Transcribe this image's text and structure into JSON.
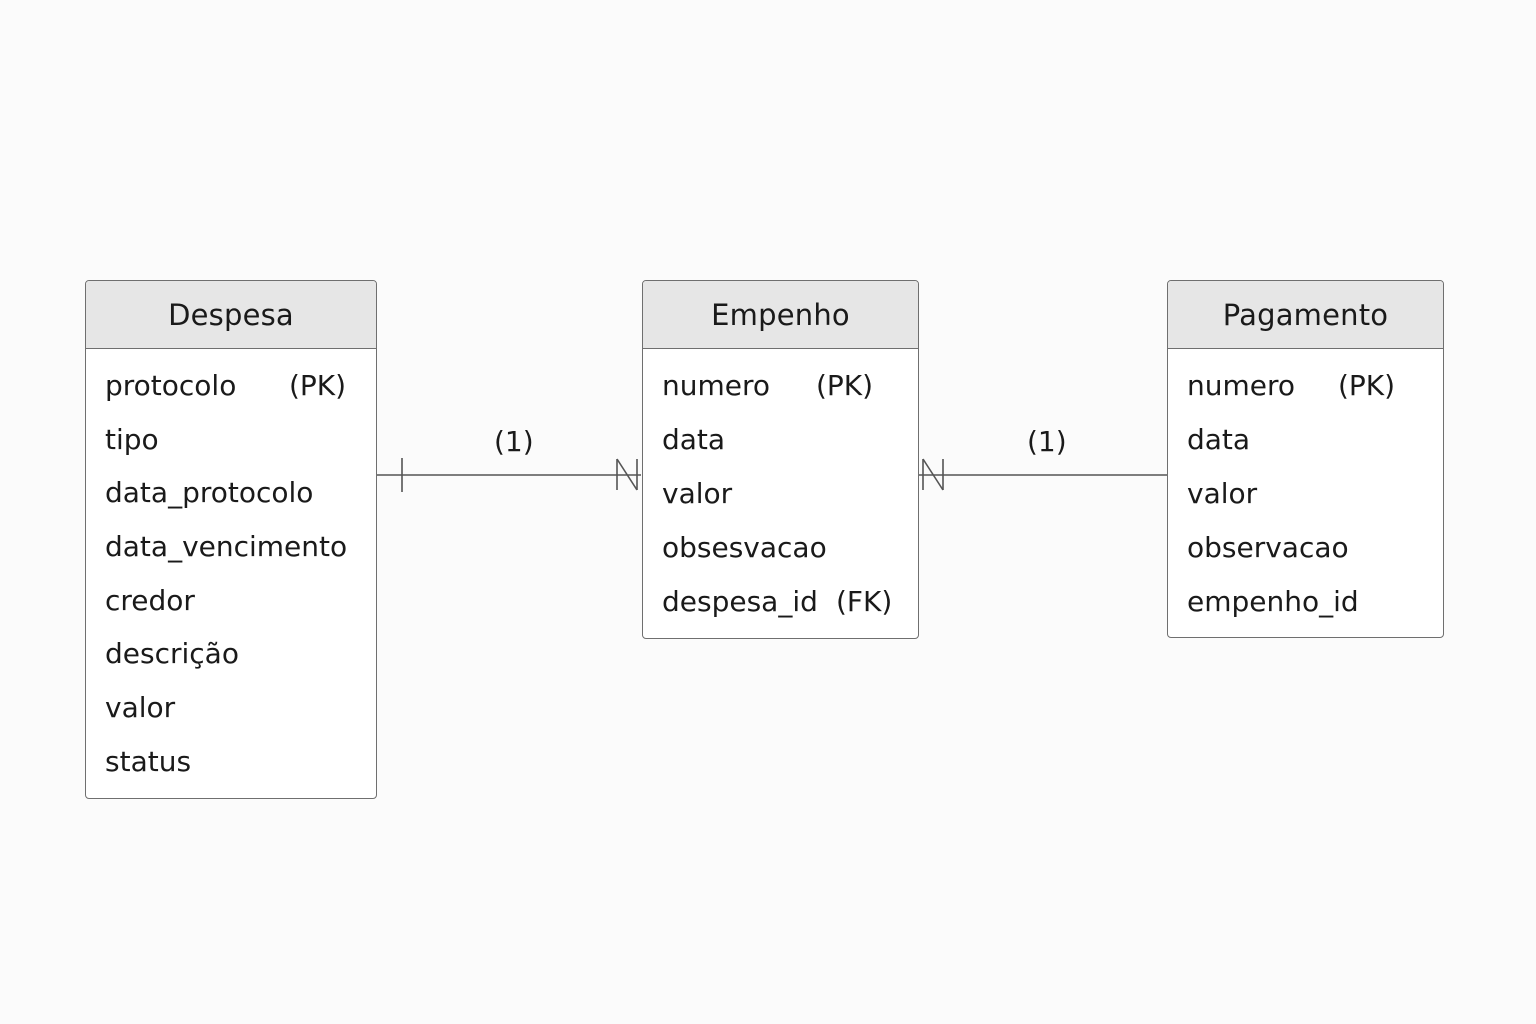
{
  "entities": {
    "despesa": {
      "title": "Despesa",
      "attributes": [
        {
          "name": "protocolo",
          "key": "(PK)"
        },
        {
          "name": "tipo"
        },
        {
          "name": "data_protocolo"
        },
        {
          "name": "data_vencimento"
        },
        {
          "name": "credor"
        },
        {
          "name": "descrição"
        },
        {
          "name": "valor"
        },
        {
          "name": "status"
        }
      ]
    },
    "empenho": {
      "title": "Empenho",
      "attributes": [
        {
          "name": "numero",
          "key": "(PK)"
        },
        {
          "name": "data"
        },
        {
          "name": "valor"
        },
        {
          "name": "obsesvacao"
        },
        {
          "name": "despesa_id",
          "key": "(FK)"
        }
      ]
    },
    "pagamento": {
      "title": "Pagamento",
      "attributes": [
        {
          "name": "numero",
          "key": "(PK)"
        },
        {
          "name": "data"
        },
        {
          "name": "valor"
        },
        {
          "name": "observacao"
        },
        {
          "name": "empenho_id"
        }
      ]
    }
  },
  "relationships": [
    {
      "from": "Despesa",
      "to": "Empenho",
      "label": "(1)",
      "from_end": "one",
      "to_end": "many"
    },
    {
      "from": "Empenho",
      "to": "Pagamento",
      "label": "(1)",
      "from_end": "many",
      "to_end": "none"
    }
  ],
  "colors": {
    "background": "#fbfbfb",
    "header_fill": "#e6e6e6",
    "border": "#6f6f6f",
    "line": "#555555",
    "text": "#1a1a1a"
  }
}
